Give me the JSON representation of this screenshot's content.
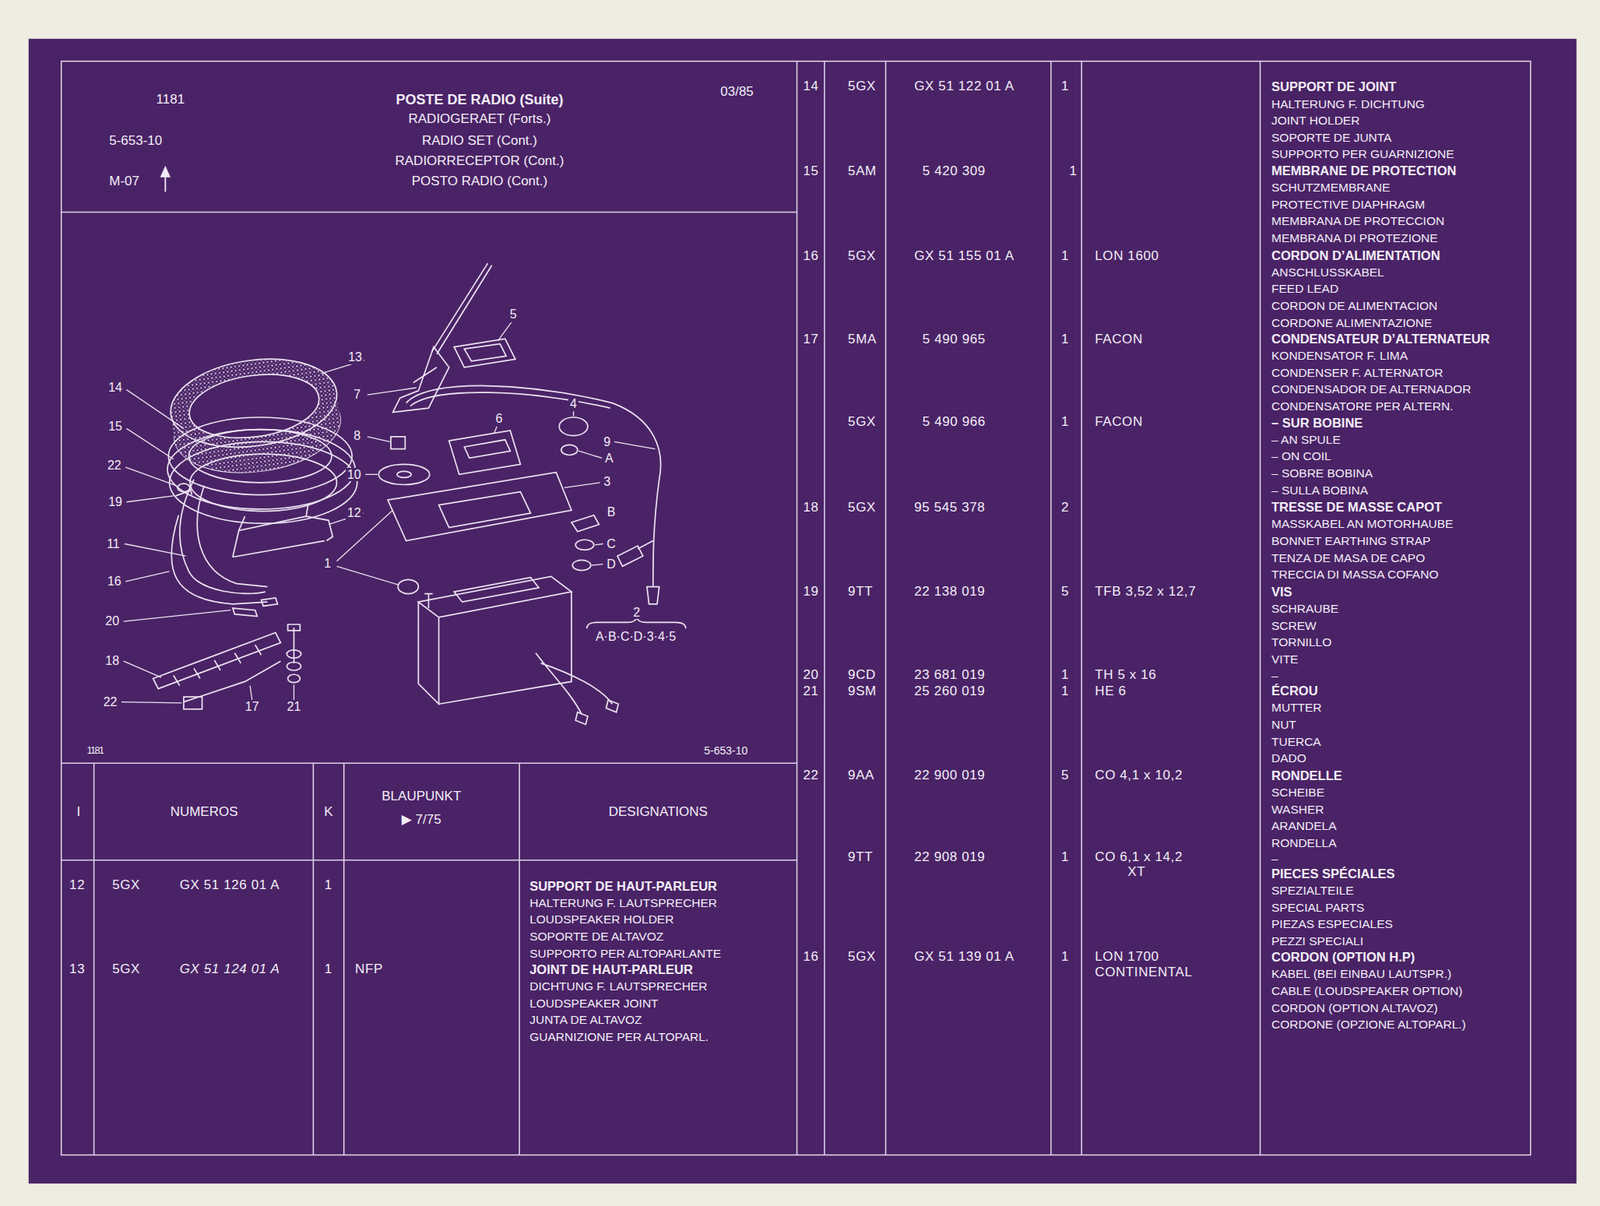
{
  "diagram": {
    "nodes": [
      {
        "text": [
          "1181",
          "5-653-10",
          "M-07",
          "POSTE DE RADIO (Suite)",
          "RADIOGERAET (Forts.)",
          "RADIO SET (Cont.)",
          "RADIORRECEPTOR (Cont.)",
          "POSTO RADIO (Cont.)",
          "03/85"
        ]
      },
      {
        "text": [
          "1181",
          "5-653-10"
        ]
      }
    ],
    "labels": [
      "13",
      "5",
      "14",
      "7",
      "4",
      "15",
      "6",
      "8",
      "9",
      "A",
      "22",
      "10",
      "3",
      "19",
      "12",
      "B",
      "11",
      "C",
      "D",
      "1",
      "16",
      "2",
      "A·B·C·D·3·4·5",
      "20",
      "18",
      "22",
      "17",
      "21",
      "I",
      "NUMEROS",
      "K",
      "BLAUPUNKT",
      "▶ 7/75",
      "DESIGNATIONS",
      "12",
      "5GX",
      "GX 51 126 01 A",
      "1",
      "SUPPORT DE HAUT-PARLEUR",
      "HALTERUNG F. LAUTSPRECHER",
      "LOUDSPEAKER HOLDER",
      "SOPORTE DE ALTAVOZ",
      "SUPPORTO PER ALTOPARLANTE",
      "13",
      "5GX",
      "GX 51 124 01 A",
      "1",
      "NFP",
      "JOINT DE HAUT-PARLEUR",
      "DICHTUNG F. LAUTSPRECHER",
      "LOUDSPEAKER JOINT",
      "JUNTA DE ALTAVOZ",
      "GUARNIZIONE PER ALTOPARL.",
      "14",
      "5GX",
      "GX 51 122 01 A",
      "1",
      "SUPPORT DE JOINT",
      "HALTERUNG F. DICHTUNG",
      "JOINT HOLDER",
      "SOPORTE DE JUNTA",
      "SUPPORTO PER GUARNIZIONE",
      "15",
      "5AM",
      "5 420 309",
      "1",
      "MEMBRANE DE PROTECTION",
      "SCHUTZMEMBRANE",
      "PROTECTIVE DIAPHRAGM",
      "MEMBRANA DE PROTECCION",
      "MEMBRANA DI PROTEZIONE",
      "16",
      "5GX",
      "GX 51 155 01 A",
      "1",
      "LON 1600",
      "CORDON D’ALIMENTATION",
      "ANSCHLUSSKABEL",
      "FEED LEAD",
      "CORDON DE ALIMENTACION",
      "CORDONE ALIMENTAZIONE",
      "17",
      "5MA",
      "5 490 965",
      "1",
      "FACON",
      "CONDENSATEUR D’ALTERNATEUR",
      "KONDENSATOR F. LIMA",
      "CONDENSER F. ALTERNATOR",
      "CONDENSADOR DE ALTERNADOR",
      "CONDENSATORE PER ALTERN.",
      "5GX",
      "5 490 966",
      "1",
      "FACON",
      "– SUR BOBINE",
      "– AN SPULE",
      "– ON COIL",
      "– SOBRE BOBINA",
      "– SULLA BOBINA",
      "18",
      "5GX",
      "95 545 378",
      "2",
      "TRESSE DE MASSE CAPOT",
      "MASSKABEL AN MOTORHAUBE",
      "BONNET EARTHING STRAP",
      "TENZA DE MASA DE CAPO",
      "TRECCIA DI MASSA COFANO",
      "19",
      "9TT",
      "22 138 019",
      "5",
      "TFB 3,52 x 12,7",
      "VIS",
      "SCHRAUBE",
      "SCREW",
      "TORNILLO",
      "VITE",
      "–",
      "20",
      "9CD",
      "23 681 019",
      "1",
      "TH 5 x 16",
      "21",
      "9SM",
      "25 260 019",
      "1",
      "HE 6",
      "ÉCROU",
      "MUTTER",
      "NUT",
      "TUERCA",
      "DADO",
      "22",
      "9AA",
      "22 900 019",
      "5",
      "CO 4,1 x 10,2",
      "RONDELLE",
      "SCHEIBE",
      "WASHER",
      "ARANDELA",
      "RONDELLA",
      "–",
      "9TT",
      "22 908 019",
      "1",
      "CO 6,1 x 14,2",
      "XT",
      "PIECES SPÉCIALES",
      "SPEZIALTEILE",
      "SPECIAL PARTS",
      "PIEZAS ESPECIALES",
      "PEZZI SPECIALI",
      "16",
      "5GX",
      "GX 51 139 01 A",
      "1",
      "LON 1700",
      "CONTINENTAL",
      "CORDON (OPTION H.P)",
      "KABEL (BEI EINBAU LAUTSPR.)",
      "CABLE (LOUDSPEAKER OPTION)",
      "CORDON (OPTION ALTAVOZ)",
      "CORDONE (OPZIONE ALTOPARL.)"
    ]
  }
}
